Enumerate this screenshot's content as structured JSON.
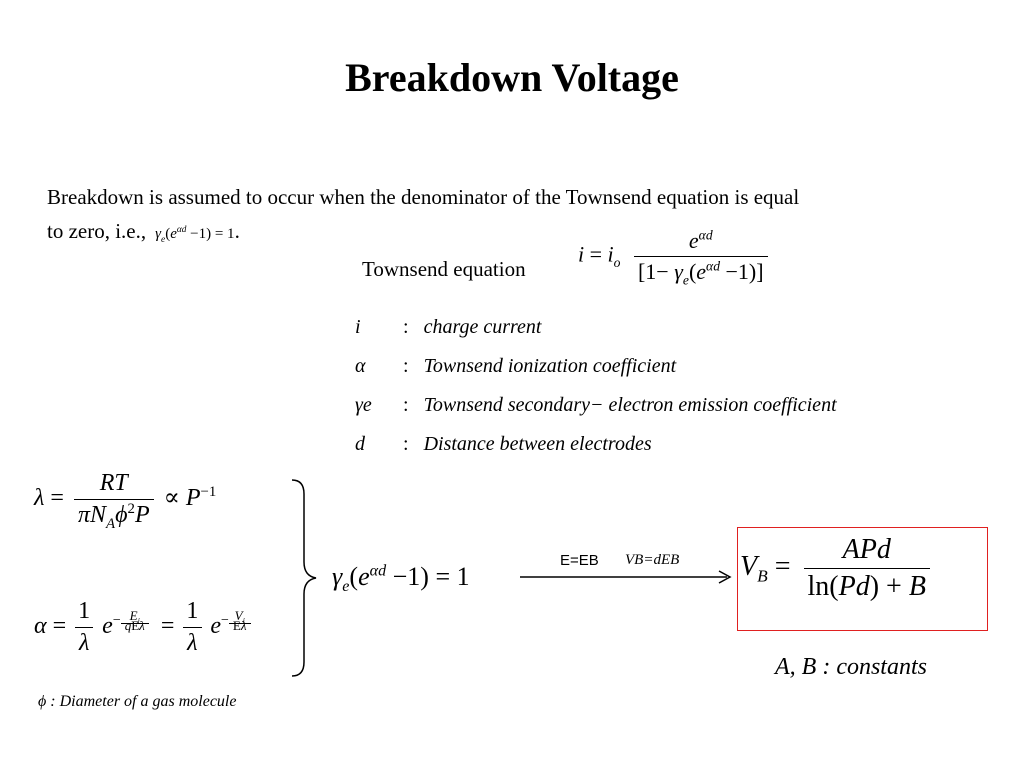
{
  "slide": {
    "title": "Breakdown Voltage",
    "intro_line1": "Breakdown is assumed to occur when the denominator of the Townsend equation is equal",
    "intro_prefix": "to zero, i.e.,",
    "townsend_label": "Townsend equation",
    "definitions": [
      {
        "symbol": "i",
        "text": "charge current"
      },
      {
        "symbol": "α",
        "text": "Townsend ionization coefficient"
      },
      {
        "symbol": "γe",
        "text": "Townsend secondary− electron emission coefficient"
      },
      {
        "symbol": "d",
        "text": "Distance between electrodes"
      }
    ],
    "arrow_label_1": "E=EB",
    "arrow_label_2": "VB=dEB",
    "constants_note": "A, B : constants",
    "phi_note": "ϕ : Diameter of a gas molecule"
  },
  "colors": {
    "text": "#000000",
    "box_border": "#e02020",
    "background": "#ffffff"
  }
}
